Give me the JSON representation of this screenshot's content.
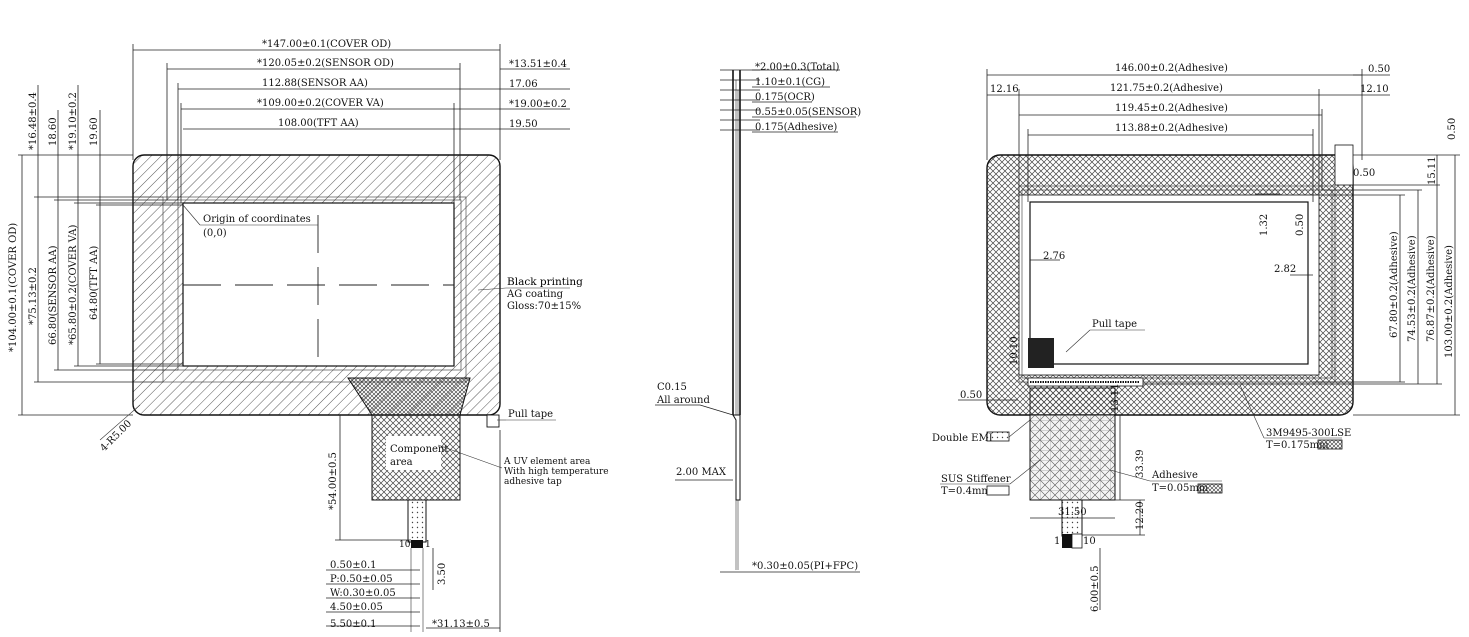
{
  "view1": {
    "dims": {
      "cover_od_w": "*147.00±0.1(COVER OD)",
      "sensor_od_w": "*120.05±0.2(SENSOR OD)",
      "sensor_aa_w": "112.88(SENSOR AA)",
      "cover_va_w": "*109.00±0.2(COVER VA)",
      "tft_aa_w": "108.00(TFT AA)",
      "r_13_51": "*13.51±0.4",
      "r_17_06": "17.06",
      "r_19_00": "*19.00±0.2",
      "r_19_50": "19.50",
      "t_16_48": "*16.48±0.4",
      "t_18_60": "18.60",
      "t_19_10": "*19.10±0.2",
      "t_19_60": "19.60",
      "h_cover_od": "*104.00±0.1(COVER OD)",
      "h_75_13": "*75.13±0.2",
      "h_sensor_aa": "66.80(SENSOR AA)",
      "h_cover_va": "*65.80±0.2(COVER VA)",
      "h_tft_aa": "64.80(TFT AA)",
      "radius": "4-R5.00",
      "tail_len": "*54.00±0.5",
      "d_3_50": "3.50",
      "d_0_50": "0.50±0.1",
      "d_p": "P:0.50±0.05",
      "d_w": "W:0.30±0.05",
      "d_4_50": "4.50±0.05",
      "d_5_50": "5.50±0.1",
      "d_31_13": "*31.13±0.5"
    },
    "notes": {
      "origin": "Origin of coordinates",
      "origin_xy": "(0,0)",
      "black_printing": "Black printing",
      "ag": "AG coating",
      "gloss": "Gloss:70±15%",
      "pull_tape": "Pull tape",
      "component": "Component",
      "area": "area",
      "uv1": "A UV element area",
      "uv2": "With high temperature",
      "uv3": "adhesive tap",
      "pin10": "10",
      "pin1": "1"
    }
  },
  "view2": {
    "total": "*2.00±0.3(Total)",
    "cg": "1.10±0.1(CG)",
    "ocr": "0.175(OCR)",
    "sensor": "0.55±0.05(SENSOR)",
    "adhesive": "0.175(Adhesive)",
    "chamfer": "C0.15",
    "all_around": "All around",
    "max": "2.00 MAX",
    "pi_fpc": "*0.30±0.05(PI+FPC)"
  },
  "view3": {
    "dims": {
      "w146": "146.00±0.2(Adhesive)",
      "w121": "121.75±0.2(Adhesive)",
      "w119": "119.45±0.2(Adhesive)",
      "w113": "113.88±0.2(Adhesive)",
      "l12_16": "12.16",
      "r12_10": "12.10",
      "r0_50a": "0.50",
      "r0_50v": "0.50",
      "r0_50b": "0.50",
      "r15_11": "15.11",
      "d1_32": "1.32",
      "d0_50c": "0.50",
      "d2_76": "2.76",
      "d2_82": "2.82",
      "h67": "67.80±0.2(Adhesive)",
      "h74": "74.53±0.2(Adhesive)",
      "h76": "76.87±0.2(Adhesive)",
      "h103": "103.00±0.2(Adhesive)",
      "d10_10": "10.10",
      "l0_50": "0.50",
      "d13_11": "13.11",
      "d33_39": "33.39",
      "d31_50": "31.50",
      "d12_20": "12.20",
      "d6_00": "6.00±0.5"
    },
    "notes": {
      "pull_tape": "Pull tape",
      "double_emi": "Double EMI",
      "sus": "SUS Stiffener",
      "sus_t": "T=0.4mm",
      "adhesive": "Adhesive",
      "adhesive_t": "T=0.05mm",
      "tape3m": "3M9495-300LSE",
      "tape3m_t": "T=0.175mm",
      "pin1": "1",
      "pin10": "10"
    }
  }
}
